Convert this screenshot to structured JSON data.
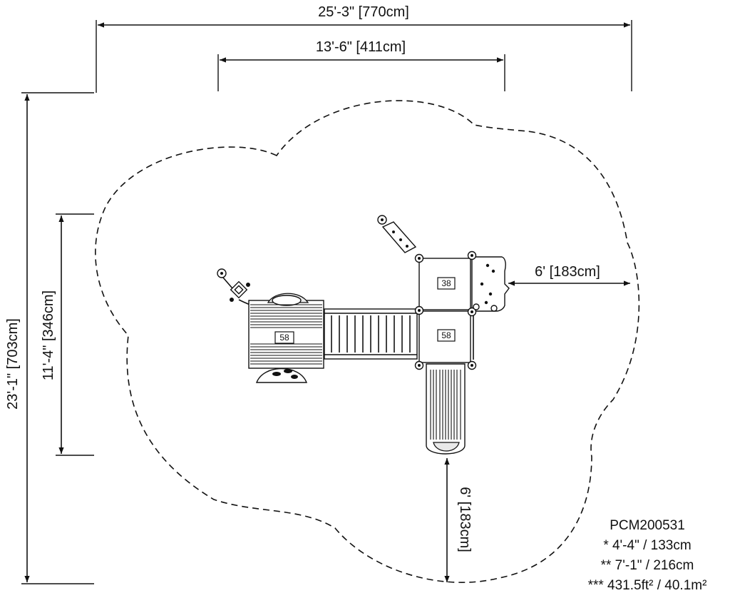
{
  "dimensions": {
    "overall_width": "25'-3\" [770cm]",
    "structure_width": "13'-6\" [411cm]",
    "overall_depth": "23'-1\" [703cm]",
    "structure_depth": "11'-4\" [346cm]",
    "clearance_right": "6' [183cm]",
    "clearance_bottom": "6' [183cm]"
  },
  "platforms": {
    "main_deck": "58",
    "upper_right_deck": "38",
    "lower_right_deck": "58"
  },
  "info": {
    "model": "PCM200531",
    "height_one": "* 4'-4\" / 133cm",
    "height_two": "** 7'-1\" / 216cm",
    "area": "*** 431.5ft² / 40.1m²"
  }
}
